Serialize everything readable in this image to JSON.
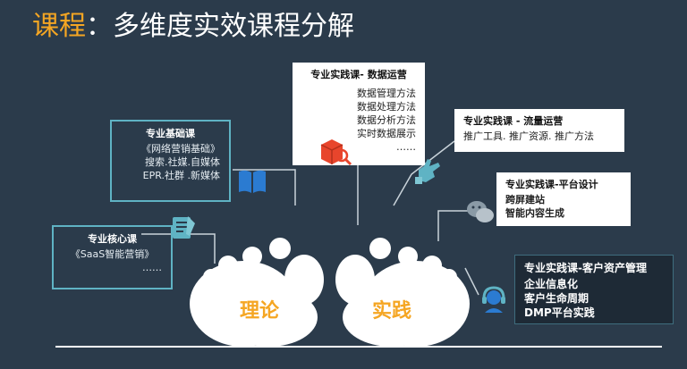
{
  "title": {
    "part1": "课程",
    "part2": "：多维度实效课程分解"
  },
  "boxes": {
    "core": {
      "header": "专业核心课",
      "lines": [
        "《SaaS智能营销》",
        "……"
      ]
    },
    "basic": {
      "header": "专业基础课",
      "lines": [
        "《网络营销基础》",
        "搜索.社媒.自媒体",
        "EPR.社群 .新媒体"
      ]
    },
    "data_ops": {
      "header": "专业实践课- 数据运营",
      "lines": [
        "数据管理方法",
        "数据处理方法",
        "数据分析方法",
        "实时数据展示",
        "……"
      ]
    },
    "traffic": {
      "header": "专业实践课 - 流量运营",
      "lines": [
        "推广工具. 推广资源. 推广方法"
      ]
    },
    "platform": {
      "header": "专业实践课-平台设计",
      "lines": [
        "跨屏建站",
        "智能内容生成"
      ]
    },
    "customer": {
      "header": "专业实践课-客户资产管理",
      "lines": [
        "企业信息化",
        "客户生命周期",
        "DMP平台实践"
      ]
    }
  },
  "feet": {
    "left_label": "理论",
    "right_label": "实践"
  },
  "colors": {
    "background": "#2b3b4b",
    "accent": "#f5a623",
    "box_border": "#5fb3c4",
    "icon_blue": "#2b7bd1",
    "icon_red": "#e8452c",
    "icon_teal": "#5fb3c4"
  },
  "icons": [
    "checklist-icon",
    "book-icon",
    "box-search-icon",
    "hand-icon",
    "wechat-icon",
    "headset-icon"
  ]
}
